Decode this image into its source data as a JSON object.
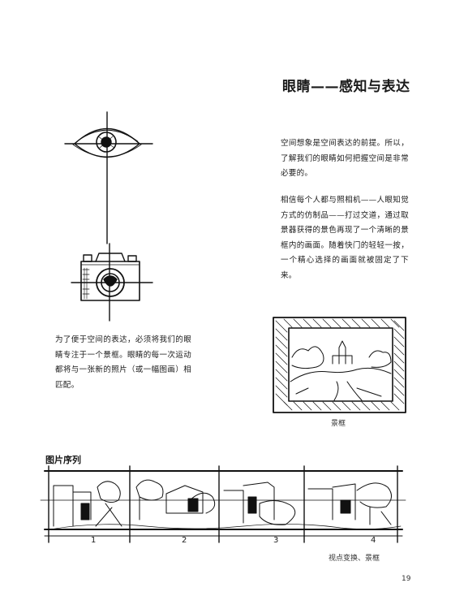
{
  "page": {
    "title": "眼睛——感知与表达",
    "page_number": "19"
  },
  "text": {
    "para1": "空间想象是空间表达的前提。所以，了解我们的眼睛如何把握空间是非常必要的。",
    "para2": "相信每个人都与照相机——人眼知觉方式的仿制品——打过交道，通过取景器获得的景色再现了一个清晰的景框内的画面。随着快门的轻轻一按，一个精心选择的画面就被固定了下来。",
    "para3": "为了便于空间的表达，必须将我们的眼睛专注于一个景框。眼睛的每一次运动都将与一张新的照片（或一幅图画）相匹配。"
  },
  "figures": {
    "frame_caption": "景框",
    "sequence_heading": "图片序列",
    "sequence_caption": "视点变换、景框",
    "sequence_numbers": [
      "1",
      "2",
      "3",
      "4"
    ]
  },
  "icons": {
    "eye": "eye-sketch-icon",
    "camera": "camera-sketch-icon"
  }
}
